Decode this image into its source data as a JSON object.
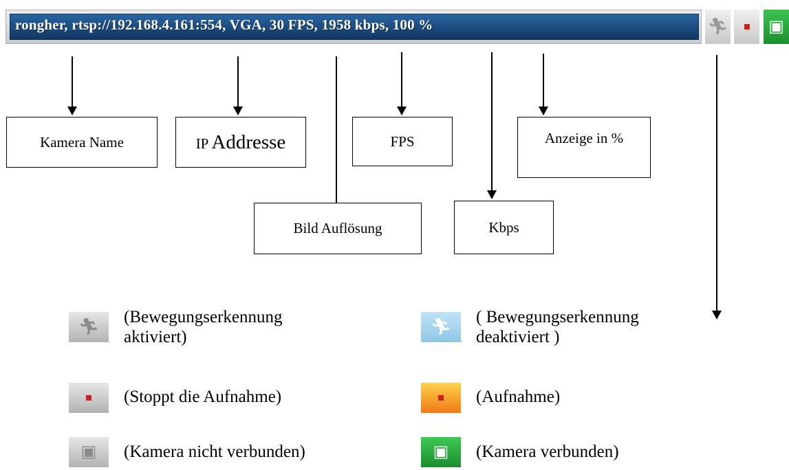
{
  "camera_bar": {
    "title": "rongher, rtsp://192.168.4.161:554, VGA, 30 FPS, 1958 kbps, 100 %"
  },
  "labels": {
    "camera_name": "Kamera Name",
    "ip_prefix": "IP",
    "ip_word": "Addresse",
    "fps": "FPS",
    "percent": "Anzeige in %",
    "resolution": "Bild Auflösung",
    "kbps": "Kbps"
  },
  "legend": [
    {
      "icon": "motion-detection-gray-icon",
      "text": "(Bewegungserkennung\naktiviert)"
    },
    {
      "icon": "motion-detection-blue-icon",
      "text": "( Bewegungserkennung\ndeaktiviert )"
    },
    {
      "icon": "stop-record-gray-icon",
      "text": "(Stoppt die Aufnahme)"
    },
    {
      "icon": "record-orange-icon",
      "text": "(Aufnahme)"
    },
    {
      "icon": "camera-disconnected-gray-icon",
      "text": "(Kamera nicht verbunden)"
    },
    {
      "icon": "camera-connected-green-icon",
      "text": "(Kamera verbunden)"
    }
  ],
  "colors": {
    "title_bar": "#1e4f84",
    "connected_green": "#1e8f31",
    "record_orange": "#f07a16",
    "stop_red": "#cc2222",
    "motion_blue": "#8fc7e6"
  }
}
